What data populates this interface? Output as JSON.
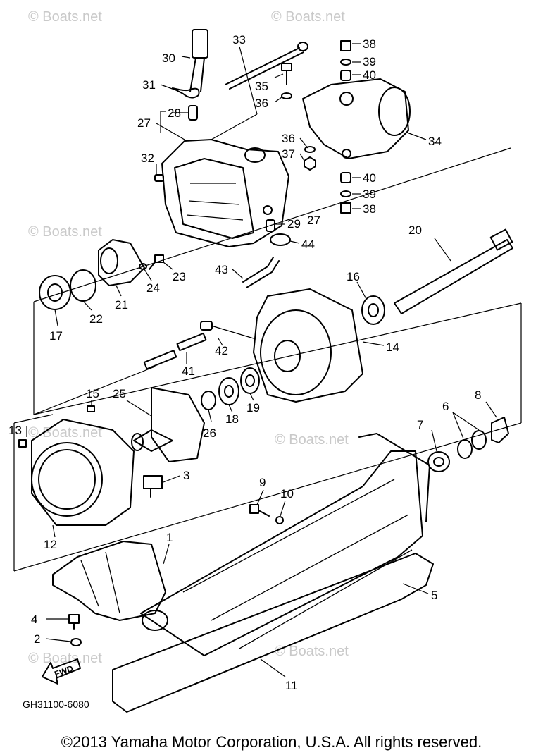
{
  "diagram": {
    "callouts": [
      "1",
      "2",
      "3",
      "4",
      "5",
      "6",
      "7",
      "8",
      "9",
      "10",
      "11",
      "12",
      "13",
      "14",
      "15",
      "16",
      "17",
      "18",
      "19",
      "20",
      "21",
      "22",
      "23",
      "24",
      "25",
      "26",
      "27",
      "28",
      "29",
      "30",
      "31",
      "32",
      "33",
      "34",
      "35",
      "36",
      "37",
      "38",
      "39",
      "40",
      "41",
      "42",
      "43",
      "44"
    ],
    "fwd_label": "FWD",
    "code": "GH31100-6080",
    "watermark": "© Boats.net"
  },
  "footer": {
    "copyright": "©2013 Yamaha Motor Corporation, U.S.A. All rights reserved."
  }
}
